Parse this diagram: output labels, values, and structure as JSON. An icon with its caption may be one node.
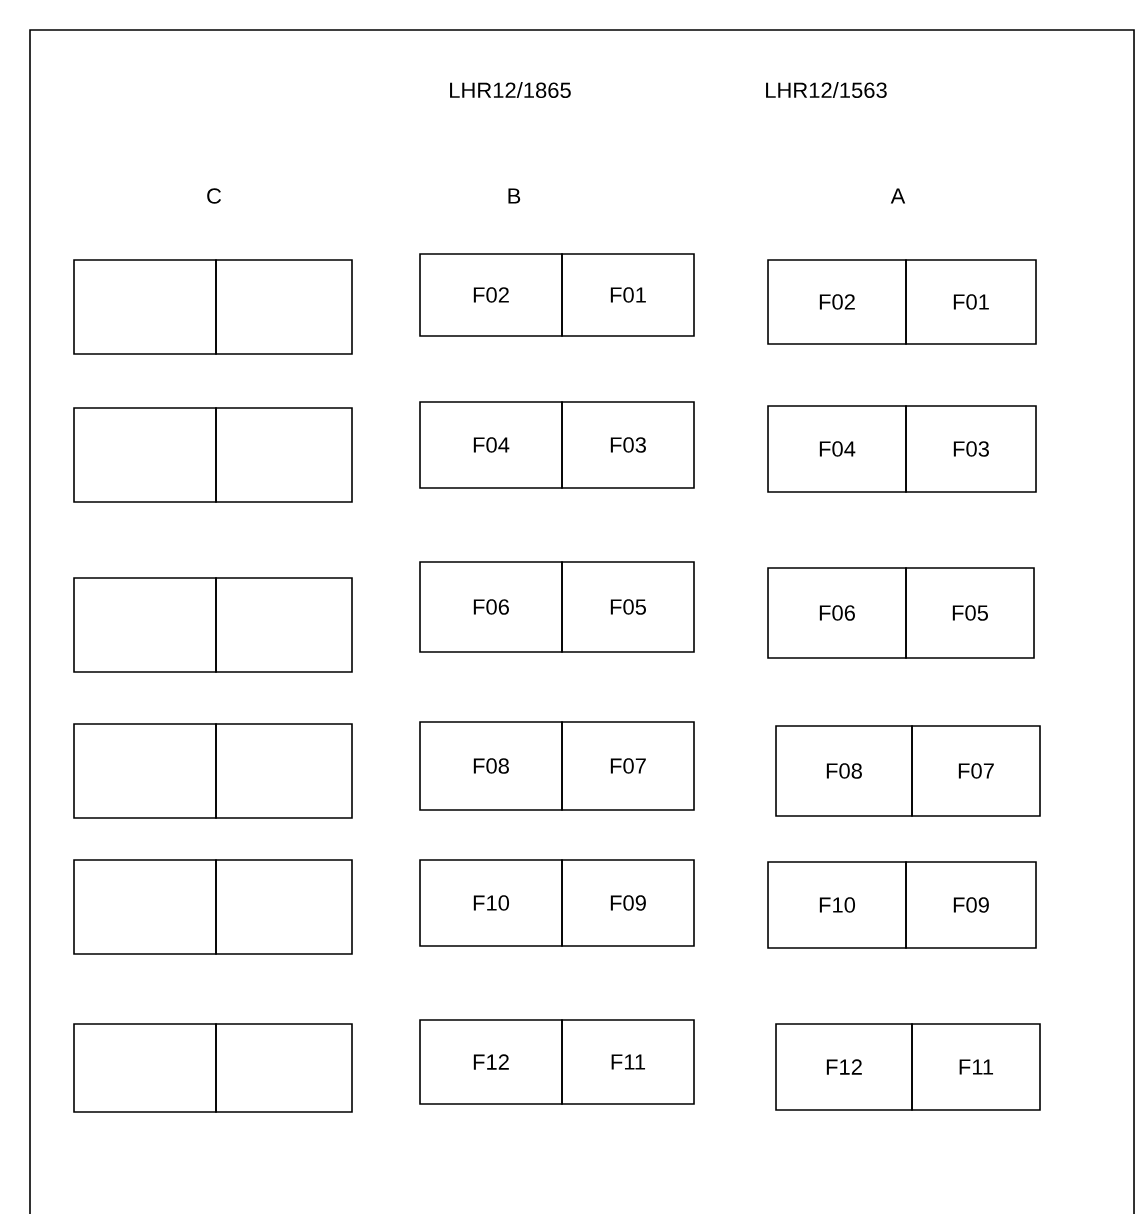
{
  "diagram": {
    "nodes": [
      {
        "text": [],
        "shape": "box"
      },
      {
        "text": [],
        "shape": "box"
      },
      {
        "text": [
          "F02"
        ]
      },
      {
        "text": [
          "F01"
        ]
      },
      {
        "text": [
          "F02"
        ]
      },
      {
        "text": [
          "F01"
        ]
      },
      {
        "text": [],
        "shape": "box"
      },
      {
        "text": [],
        "shape": "box"
      },
      {
        "text": [
          "F04"
        ]
      },
      {
        "text": [
          "F03"
        ]
      },
      {
        "text": [
          "F04"
        ]
      },
      {
        "text": [
          "F03"
        ]
      },
      {
        "text": [],
        "shape": "box"
      },
      {
        "text": [],
        "shape": "box"
      },
      {
        "text": [
          "F06"
        ]
      },
      {
        "text": [
          "F05"
        ]
      },
      {
        "text": [
          "F06"
        ]
      },
      {
        "text": [
          "F05"
        ]
      },
      {
        "text": [],
        "shape": "box"
      },
      {
        "text": [],
        "shape": "box"
      },
      {
        "text": [
          "F08"
        ]
      },
      {
        "text": [
          "F07"
        ]
      },
      {
        "text": [
          "F08"
        ]
      },
      {
        "text": [
          "F07"
        ]
      },
      {
        "text": [],
        "shape": "box"
      },
      {
        "text": [],
        "shape": "box"
      },
      {
        "text": [
          "F10"
        ]
      },
      {
        "text": [
          "F09"
        ]
      },
      {
        "text": [
          "F10"
        ]
      },
      {
        "text": [
          "F09"
        ]
      },
      {
        "text": [],
        "shape": "box"
      },
      {
        "text": [],
        "shape": "box"
      },
      {
        "text": [
          "F12"
        ]
      },
      {
        "text": [
          "F11"
        ]
      },
      {
        "text": [
          "F12"
        ]
      },
      {
        "text": [
          "F11"
        ]
      }
    ],
    "labels": [
      "LHR12/1865",
      "LHR12/1563",
      "C",
      "B",
      "A"
    ]
  }
}
